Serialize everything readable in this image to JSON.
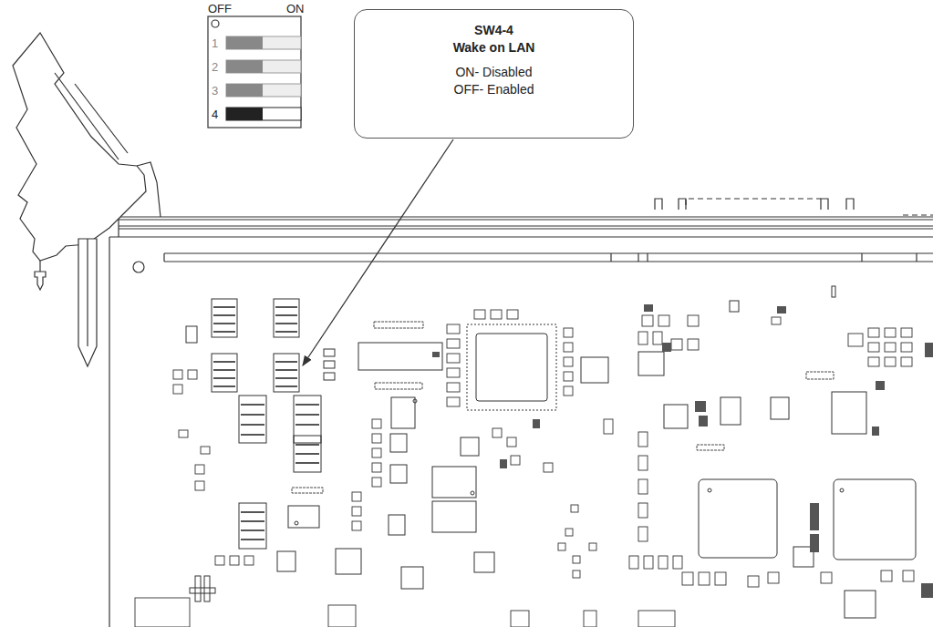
{
  "diagram": {
    "nodes": [
      {
        "text": [
          "SW4-4",
          "Wake on LAN",
          "ON- Disabled",
          "OFF- Enabled"
        ]
      }
    ],
    "labels": [
      "OFF",
      "ON",
      "1",
      "2",
      "3",
      "4"
    ]
  }
}
